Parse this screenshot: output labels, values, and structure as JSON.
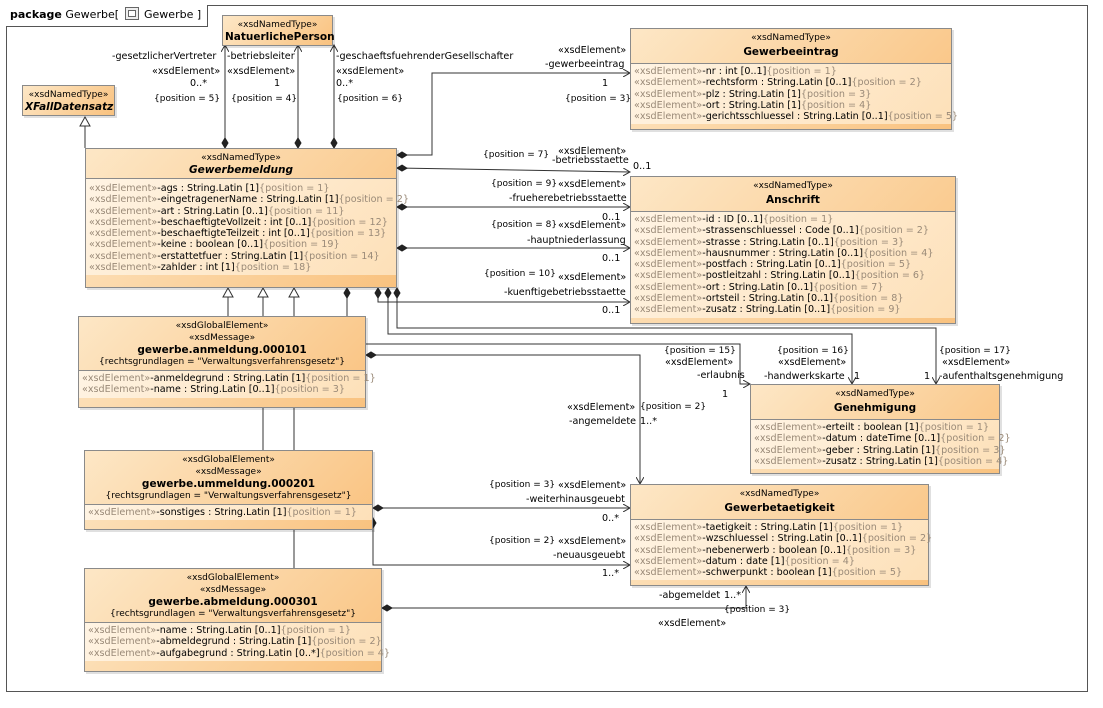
{
  "package": {
    "keyword": "package",
    "name": "Gewerbe",
    "bracket_open": "[",
    "diagram": "Gewerbe",
    "bracket_close": "]"
  },
  "stereo": {
    "named_type": "«xsdNamedType»",
    "global_element": "«xsdGlobalElement»",
    "message": "«xsdMessage»",
    "element": "«xsdElement»",
    "element_prefix": "«xsdElement»"
  },
  "classes": {
    "natuerlichePerson": {
      "name": "NatuerlichePerson"
    },
    "xfall": {
      "name": "XFallDatensatz"
    },
    "gewerbeeintrag": {
      "name": "Gewerbeeintrag",
      "attrs": [
        {
          "a": "-nr : int [0..1]",
          "p": "{position = 1}"
        },
        {
          "a": "-rechtsform : String.Latin [0..1]",
          "p": "{position = 2}"
        },
        {
          "a": "-plz : String.Latin [1]",
          "p": "{position = 3}"
        },
        {
          "a": "-ort : String.Latin [1]",
          "p": "{position = 4}"
        },
        {
          "a": "-gerichtsschluessel : String.Latin [0..1]",
          "p": "{position = 5}"
        }
      ]
    },
    "gewerbemeldung": {
      "name": "Gewerbemeldung",
      "attrs": [
        {
          "a": "-ags : String.Latin [1]",
          "p": "{position = 1}"
        },
        {
          "a": "-eingetragenerName : String.Latin [1]",
          "p": "{position = 2}"
        },
        {
          "a": "-art : String.Latin [0..1]",
          "p": "{position = 11}"
        },
        {
          "a": "-beschaeftigteVollzeit : int [0..1]",
          "p": "{position = 12}"
        },
        {
          "a": "-beschaeftigteTeilzeit : int [0..1]",
          "p": "{position = 13}"
        },
        {
          "a": "-keine : boolean [0..1]",
          "p": "{position = 19}"
        },
        {
          "a": "-erstattetfuer : String.Latin [1]",
          "p": "{position = 14}"
        },
        {
          "a": "-zahlder : int [1]",
          "p": "{position = 18}"
        }
      ]
    },
    "anschrift": {
      "name": "Anschrift",
      "attrs": [
        {
          "a": "-id : ID [0..1]",
          "p": "{position = 1}"
        },
        {
          "a": "-strassenschluessel : Code [0..1]",
          "p": "{position = 2}"
        },
        {
          "a": "-strasse : String.Latin [0..1]",
          "p": "{position = 3}"
        },
        {
          "a": "-hausnummer : String.Latin [0..1]",
          "p": "{position = 4}"
        },
        {
          "a": "-postfach : String.Latin [0..1]",
          "p": "{position = 5}"
        },
        {
          "a": "-postleitzahl : String.Latin [0..1]",
          "p": "{position = 6}"
        },
        {
          "a": "-ort : String.Latin [0..1]",
          "p": "{position = 7}"
        },
        {
          "a": "-ortsteil : String.Latin [0..1]",
          "p": "{position = 8}"
        },
        {
          "a": "-zusatz : String.Latin [0..1]",
          "p": "{position = 9}"
        }
      ]
    },
    "anmeldung": {
      "name": "gewerbe.anmeldung.000101",
      "tagged": "{rechtsgrundlagen = \"Verwaltungsverfahrensgesetz\"}",
      "attrs": [
        {
          "a": "-anmeldegrund : String.Latin [1]",
          "p": "{position = 1}"
        },
        {
          "a": "-name : String.Latin [0..1]",
          "p": "{position = 3}"
        }
      ]
    },
    "genehmigung": {
      "name": "Genehmigung",
      "attrs": [
        {
          "a": "-erteilt : boolean [1]",
          "p": "{position = 1}"
        },
        {
          "a": "-datum : dateTime [0..1]",
          "p": "{position = 2}"
        },
        {
          "a": "-geber : String.Latin [1]",
          "p": "{position = 3}"
        },
        {
          "a": "-zusatz : String.Latin [1]",
          "p": "{position = 4}"
        }
      ]
    },
    "ummeldung": {
      "name": "gewerbe.ummeldung.000201",
      "tagged": "{rechtsgrundlagen = \"Verwaltungsverfahrensgesetz\"}",
      "attrs": [
        {
          "a": "-sonstiges : String.Latin [1]",
          "p": "{position = 1}"
        }
      ]
    },
    "gewerbetaetigkeit": {
      "name": "Gewerbetaetigkeit",
      "attrs": [
        {
          "a": "-taetigkeit : String.Latin [1]",
          "p": "{position = 1}"
        },
        {
          "a": "-wzschluessel : String.Latin [0..1]",
          "p": "{position = 2}"
        },
        {
          "a": "-nebenerwerb : boolean [0..1]",
          "p": "{position = 3}"
        },
        {
          "a": "-datum : date [1]",
          "p": "{position = 4}"
        },
        {
          "a": "-schwerpunkt : boolean [1]",
          "p": "{position = 5}"
        }
      ]
    },
    "abmeldung": {
      "name": "gewerbe.abmeldung.000301",
      "tagged": "{rechtsgrundlagen = \"Verwaltungsverfahrensgesetz\"}",
      "attrs": [
        {
          "a": "-name : String.Latin [0..1]",
          "p": "{position = 1}"
        },
        {
          "a": "-abmeldegrund : String.Latin [1]",
          "p": "{position = 2}"
        },
        {
          "a": "-aufgabegrund : String.Latin [0..*]",
          "p": "{position = 4}"
        }
      ]
    }
  },
  "labels": {
    "gesetzlicherVertreter": "-gesetzlicherVertreter",
    "betriebsleiter": "-betriebsleiter",
    "geschaeftsfuehrender": "-geschaeftsfuehrenderGesellschafter",
    "mult_0n": "0..*",
    "mult_1": "1",
    "mult_01": "0..1",
    "mult_1n": "1..*",
    "pos5": "{position = 5}",
    "pos4": "{position = 4}",
    "pos6": "{position = 6}",
    "gewerbeeintrag": "-gewerbeeintrag",
    "pos3": "{position = 3}",
    "pos7": "{position = 7}",
    "betriebsstaette": "-betriebsstaette",
    "pos9": "{position = 9}",
    "fruehere": "-frueherebetriebsstaette",
    "pos8": "{position = 8}",
    "haupt": "-hauptniederlassung",
    "pos10": "{position = 10}",
    "kuenftige": "-kuenftigebetriebsstaette",
    "pos15": "{position = 15}",
    "erlaubnis": "-erlaubnis",
    "pos16": "{position = 16}",
    "handwerkskarte": "-handwerkskarte",
    "pos17": "{position = 17}",
    "aufenthalt": "-aufenthaltsgenehmigung",
    "pos2": "{position = 2}",
    "angemeldete": "-angemeldete",
    "weiterhin": "-weiterhinausgeuebt",
    "neu": "-neuausgeuebt",
    "abgemeldet": "-abgemeldet"
  }
}
